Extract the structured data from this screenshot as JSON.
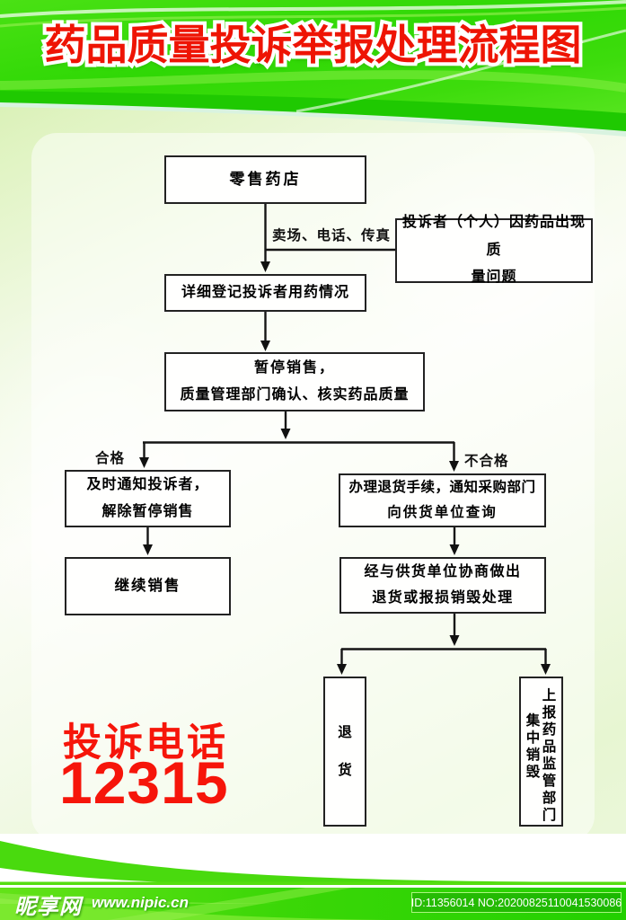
{
  "title": "药品质量投诉举报处理流程图",
  "flow": {
    "retail": "零售药店",
    "channel_label": "卖场、电话、传真",
    "complainant_line1": "投诉者（个人）因药品出现质",
    "complainant_line2": "量问题",
    "register": "详细登记投诉者用药情况",
    "suspend_line1": "暂停销售，",
    "suspend_line2": "质量管理部门确认、核实药品质量",
    "pass_label": "合格",
    "fail_label": "不合格",
    "notify_line1": "及时通知投诉者，",
    "notify_line2": "解除暂停销售",
    "continue_sale": "继续销售",
    "refund_line1": "办理退货手续，通知采购部门",
    "refund_line2": "向供货单位查询",
    "negotiate_line1": "经与供货单位协商做出",
    "negotiate_line2": "退货或报损销毁处理",
    "return_goods": "退货",
    "report_col_right": "上报药品监管部门",
    "report_col_left": "集中销毁"
  },
  "hotline": {
    "label": "投诉电话",
    "number": "12315"
  },
  "footer": {
    "site_name": "昵享网",
    "site_url": "www.nipic.cn",
    "id_text": "ID:11356014 NO:20200825110041530086"
  },
  "colors": {
    "title_red": "#ee1404",
    "hotline_red": "#f6150a",
    "header_green": "#2fd805",
    "stripe_green": "#1fc901",
    "bar_green": "#3bd707",
    "box_border": "#222222"
  }
}
